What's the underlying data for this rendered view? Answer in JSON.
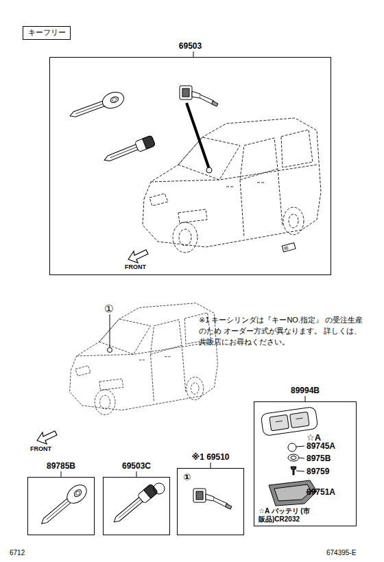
{
  "diagram": {
    "nodes": [
      {
        "text": [
          "キーフリー"
        ]
      },
      {
        "text": [
          "69503"
        ]
      },
      {
        "text": [
          "89994B",
          "☆A",
          "89745A",
          "8975B",
          "89759",
          "89751A",
          "☆A バッテリ (市販品)CR2032"
        ]
      },
      {
        "text": [
          "89785B"
        ]
      },
      {
        "text": [
          "69503C"
        ]
      },
      {
        "text": [
          "※1 69510",
          "①"
        ]
      }
    ],
    "labels": [
      "FRONT",
      "①",
      "※1 キーシリンダは『キーNO.指定』 の受注生産のため オーダー方式が異なります。 詳しくは、共販店にお尋ねください。",
      "FRONT",
      "6712",
      "674395-E"
    ]
  }
}
